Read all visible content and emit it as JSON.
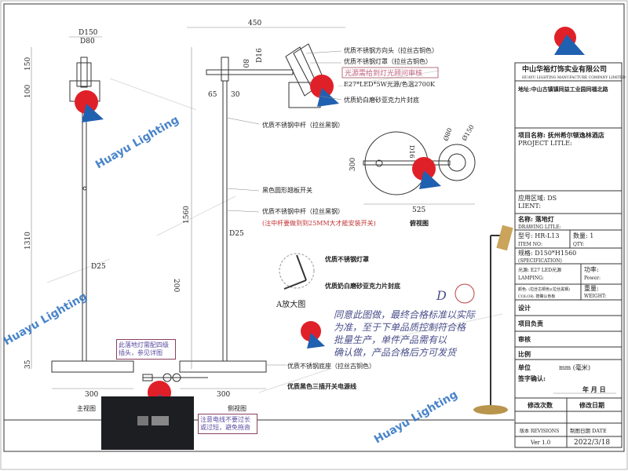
{
  "company": {
    "name_cn": "中山华裕灯饰实业有限公司",
    "name_en": "HUAYU LIGHTING MANUFACTURE COMPANY LIMITED",
    "address": "地址:中山古镇镇同益工业园同福北路",
    "watermark": "Huayu Lighting"
  },
  "title_block": {
    "project_label": "项目名称: 抚州希尔顿逸林酒店",
    "project_en": "PROJECT LITLE:",
    "area_label": "应用区域: DS",
    "area_en": "LIENT:",
    "name_label": "名称: 落地灯",
    "name_en": "DRAWING LITLE:",
    "model_label": "型号: HR-L13",
    "model_en": "ITEM NO:",
    "qty_label": "数量: 1",
    "qty_en": "QTY:",
    "spec_label": "规格: D150*H1560",
    "spec_en": "(SPECIFICATION)",
    "lamping_label": "光源: E27 LED光源",
    "lamping_en": "LAMPING:",
    "power_label": "功率:",
    "power_en": "Power:",
    "color_label": "颜色: (拉丝古铜色)(拉丝黑钢)",
    "color_en": "COLOR: 按确认色板",
    "weight_label": "重量:",
    "weight_en": "WEIGHT:",
    "design": "设计",
    "manager": "项目负责",
    "review": "审核",
    "scale": "比例",
    "unit": "单位",
    "unit_value": "mm (毫米)",
    "sign": "签字确认:",
    "date_line": "年    月    日",
    "rev_count": "修改次数",
    "rev_date": "修改日期",
    "revisions": "版本 REVISIONS",
    "draw_date": "制图日期 DATE",
    "version": "Ver 1.0",
    "date": "2022/3/18"
  },
  "dimensions": {
    "d150": "D150",
    "d80": "D80",
    "h150": "150",
    "h100": "100",
    "h1310": "1310",
    "d25_main": "D25",
    "h35": "35",
    "w300_main": "300",
    "w450": "450",
    "h80": "80",
    "d16": "D16",
    "w65": "65",
    "w30": "30",
    "h1560": "1560",
    "d25_side": "D25",
    "h200": "200",
    "w300_side": "300",
    "top_300": "300",
    "top_d16": "D16",
    "top_d80": "Ø80",
    "top_d150": "Ø150",
    "top_525": "525"
  },
  "views": {
    "main": "主视图",
    "side": "侧视图",
    "top": "俯视图",
    "detail": "A放大图"
  },
  "notes": {
    "n1": "优质不锈钢方向头（拉丝古铜色）",
    "n2": "优质不锈钢灯罩（拉丝古铜色）",
    "n3": "光源需给到灯光顾问审核",
    "n4": "E27*LED*5W光源/色温2700K",
    "n5": "优质奶白磨砂亚克力片封底",
    "n6": "优质不锈钢中杆（拉丝黑钢）",
    "n7": "黑色圆形翘板开关",
    "n8": "优质不锈钢中杆（拉丝黑钢）",
    "n9": "(注中杆要做到到25MM大才能安装开关)",
    "n10": "优质不锈钢灯罩",
    "n11": "优质奶白磨砂亚克力片封底",
    "n12": "此落地灯需配四级插头，参见详图",
    "n13": "注意电线不要过长或过短，避免拖沓",
    "n14": "优质不锈钢底座（拉丝古铜色）",
    "n15": "优质黑色三插开关电源线"
  },
  "handwriting": {
    "line1": "同意此图做，最终合格标准以实际",
    "line2": "为准，至于下单品质控制符合格",
    "line3": "批量生产，单件产品需有以",
    "line4": "确认做，产品合格后方可发货",
    "sign": "D"
  }
}
